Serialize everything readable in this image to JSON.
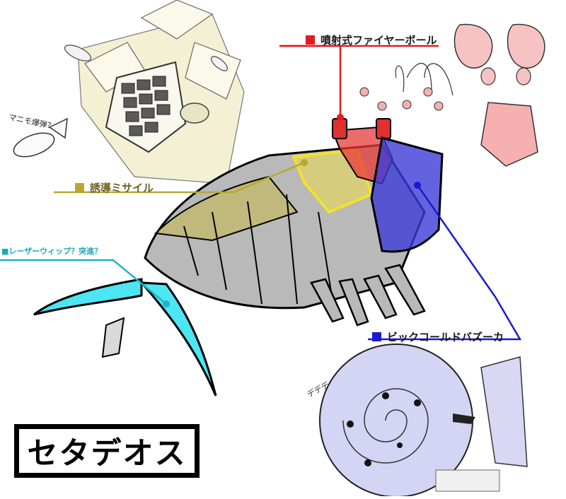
{
  "title": "セタデオス",
  "labels": {
    "fireball": "噴射式ファイヤーボール",
    "missile": "誘導ミサイル",
    "laser": "■レーザーウィップ？突進？",
    "bazooka": "ビックコールドバズーカ",
    "note": "マニモ爆弾？",
    "sfx": "デデデ"
  },
  "colors": {
    "fireball": "#e01c24",
    "missile": "#b7a92e",
    "laser": "#22b3c4",
    "bazooka": "#1a1ad0",
    "tail": "#2ee0f0",
    "body": "#b9b9b9",
    "ink": "#000000"
  }
}
